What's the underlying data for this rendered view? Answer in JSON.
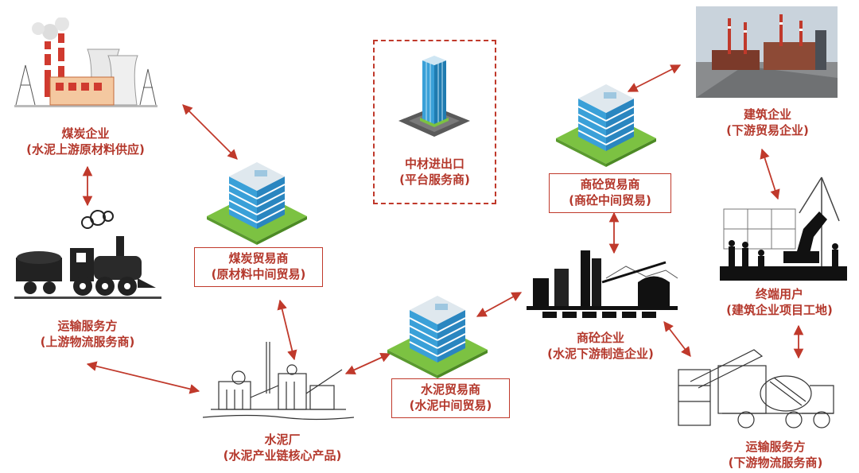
{
  "colors": {
    "label": "#b4382c",
    "arrow": "#c0392b",
    "grass": "#7cc242",
    "building": "#3aa0d8"
  },
  "nodes": {
    "coal_enterprise": {
      "title": "煤炭企业",
      "subtitle": "(水泥上游原材料供应)",
      "icon": "coal-power-plant-icon"
    },
    "transport_upstream": {
      "title": "运输服务方",
      "subtitle": "(上游物流服务商)",
      "icon": "steam-locomotive-icon"
    },
    "coal_trader": {
      "title": "煤炭贸易商",
      "subtitle": "(原材料中间贸易)",
      "icon": "office-building-icon"
    },
    "cement_plant": {
      "title": "水泥厂",
      "subtitle": "(水泥产业链核心产品)",
      "icon": "cement-factory-icon"
    },
    "cement_trader": {
      "title": "水泥贸易商",
      "subtitle": "(水泥中间贸易)",
      "icon": "office-building-icon"
    },
    "platform": {
      "title": "中材进出口",
      "subtitle": "(平台服务商)",
      "icon": "skyscraper-icon"
    },
    "concrete_trader": {
      "title": "商砼贸易商",
      "subtitle": "(商砼中间贸易)",
      "icon": "office-building-icon"
    },
    "concrete_enterprise": {
      "title": "商砼企业",
      "subtitle": "(水泥下游制造企业)",
      "icon": "concrete-plant-icon"
    },
    "construction_enterprise": {
      "title": "建筑企业",
      "subtitle": "(下游贸易企业)",
      "icon": "industrial-site-photo-icon"
    },
    "end_user": {
      "title": "终端用户",
      "subtitle": "(建筑企业项目工地)",
      "icon": "construction-site-icon"
    },
    "transport_downstream": {
      "title": "运输服务方",
      "subtitle": "(下游物流服务商)",
      "icon": "concrete-mixer-truck-icon"
    }
  }
}
